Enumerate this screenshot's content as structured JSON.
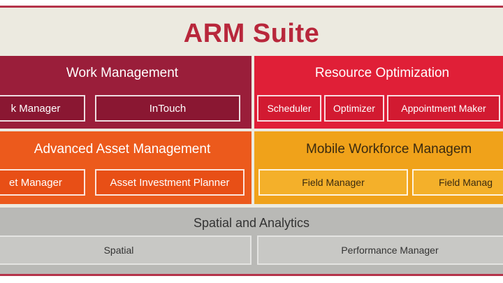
{
  "title": "ARM Suite",
  "panels": {
    "work_management": {
      "title": "Work Management",
      "items": [
        "k Manager",
        "InTouch"
      ]
    },
    "resource_optimization": {
      "title": "Resource Optimization",
      "items": [
        "Scheduler",
        "Optimizer",
        "Appointment Maker"
      ]
    },
    "advanced_asset_management": {
      "title": "Advanced Asset Management",
      "items": [
        "et Manager",
        "Asset Investment Planner"
      ]
    },
    "mobile_workforce_management": {
      "title": "Mobile Workforce Managem",
      "items": [
        "Field Manager",
        "Field Manag"
      ]
    },
    "spatial_and_analytics": {
      "title": "Spatial and Analytics",
      "items": [
        "Spatial",
        "Performance Manager"
      ]
    }
  },
  "colors": {
    "title": "#b8273b",
    "work_management": "#9a1e3a",
    "resource_optimization": "#e01f37",
    "advanced_asset_management": "#ec5a1c",
    "mobile_workforce_management": "#f0a21a",
    "spatial_and_analytics": "#b9b9b6",
    "background": "#eceae0"
  }
}
